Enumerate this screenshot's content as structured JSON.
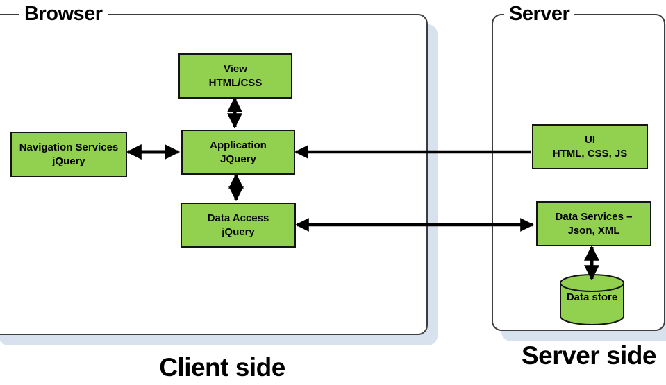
{
  "containers": {
    "browser": {
      "label": "Browser",
      "caption": "Client side"
    },
    "server": {
      "label": "Server",
      "caption": "Server side"
    }
  },
  "nodes": {
    "view": {
      "line1": "View",
      "line2": "HTML/CSS"
    },
    "navigation": {
      "line1": "Navigation Services",
      "line2": "jQuery"
    },
    "application": {
      "line1": "Application",
      "line2": "JQuery"
    },
    "data_access": {
      "line1": "Data Access",
      "line2": "jQuery"
    },
    "ui": {
      "line1": "UI",
      "line2": "HTML, CSS, JS"
    },
    "data_services": {
      "line1": "Data Services –",
      "line2": "Json, XML"
    },
    "data_store": {
      "label": "Data store"
    }
  },
  "connections": [
    {
      "from": "view",
      "to": "application",
      "heads": "both"
    },
    {
      "from": "navigation",
      "to": "application",
      "heads": "both"
    },
    {
      "from": "application",
      "to": "data_access",
      "heads": "both"
    },
    {
      "from": "ui",
      "to": "application",
      "heads": "single-into-application"
    },
    {
      "from": "data_access",
      "to": "data_services",
      "heads": "both"
    },
    {
      "from": "data_services",
      "to": "data_store",
      "heads": "both"
    }
  ],
  "colors": {
    "node_fill": "#92d050",
    "node_border": "#141414",
    "container_border": "#3d3d3d",
    "drop_shadow": "#d8e1ee",
    "arrow": "#000000",
    "background": "#ffffff"
  }
}
